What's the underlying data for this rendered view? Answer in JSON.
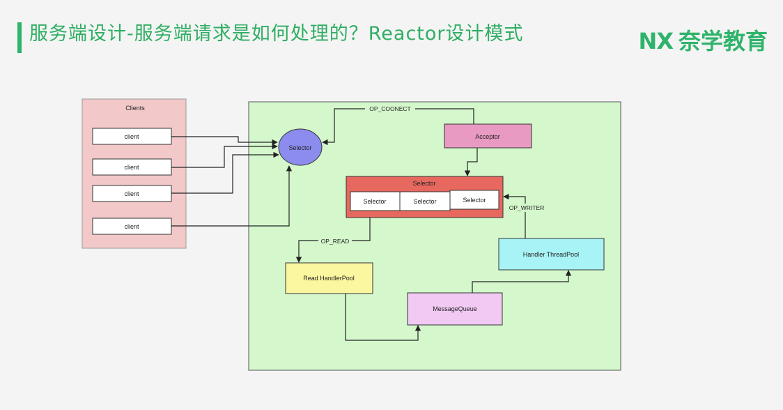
{
  "header": {
    "title": "服务端设计-服务端请求是如何处理的？Reactor设计模式",
    "logo_mark": "NX",
    "logo_text": "奈学教育"
  },
  "colors": {
    "accent": "#2fb36b",
    "clients_bg": "#f2c8c8",
    "server_bg": "#d4f7cc",
    "selector_circle": "#8c8cee",
    "acceptor": "#e99ac2",
    "selector_group": "#e7685f",
    "read_pool": "#fbf7a0",
    "handler_pool": "#a8f3f5",
    "message_queue": "#f1c9f3"
  },
  "diagram": {
    "clients_title": "Clients",
    "clients": [
      "client",
      "client",
      "client",
      "client"
    ],
    "main_selector": "Selector",
    "acceptor": "Acceptor",
    "selector_group_title": "Selector",
    "sub_selectors": [
      "Selector",
      "Selector",
      "Selector"
    ],
    "read_pool": "Read HandlerPool",
    "handler_pool": "Handler ThreadPool",
    "message_queue": "MessageQueue",
    "edge_labels": {
      "op_connect": "OP_COONECT",
      "op_read": "OP_READ",
      "op_writer": "OP_WRITER"
    }
  }
}
